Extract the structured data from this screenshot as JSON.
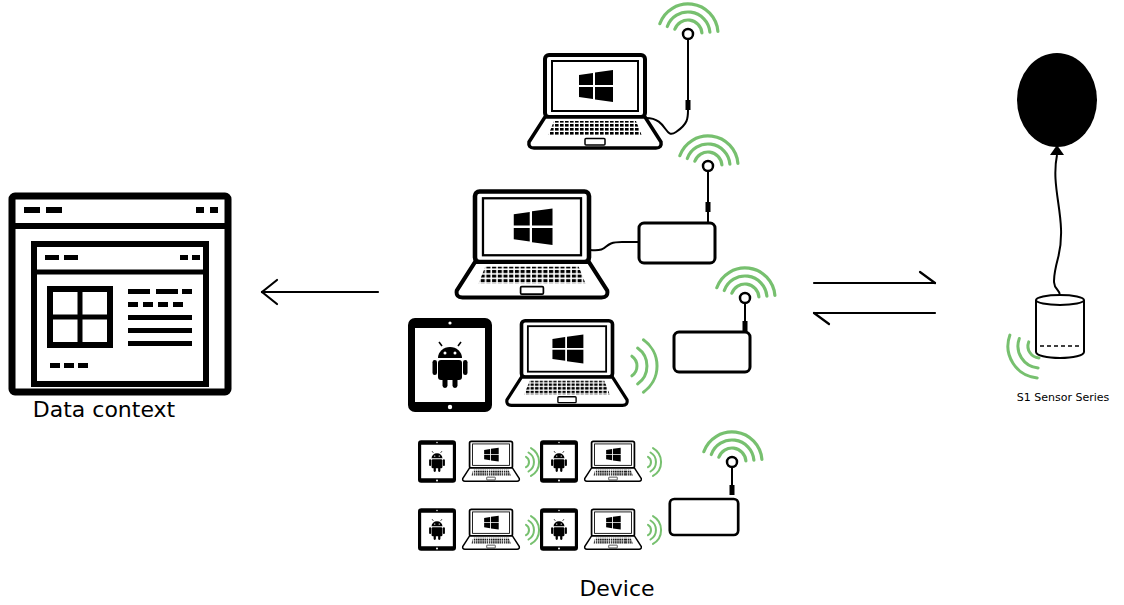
{
  "diagram": {
    "nodes": [
      {
        "text": [
          "Data context"
        ]
      },
      {
        "text": [
          "Device"
        ]
      },
      {
        "text": [
          "S1 Sensor Series"
        ]
      }
    ],
    "edges": [
      {
        "from": 1,
        "to": 0,
        "arrow": "to"
      },
      {
        "from": 1,
        "to": 2,
        "arrow": "both"
      }
    ]
  }
}
